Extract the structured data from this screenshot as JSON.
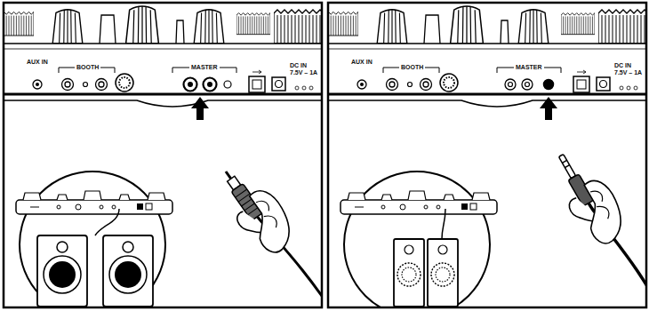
{
  "diagram": {
    "labels": [
      "AUX IN",
      "BOOTH",
      "MASTER",
      "DC IN 7.5V – 1A",
      "AUX IN",
      "BOOTH",
      "MASTER",
      "DC IN 7.5V – 1A"
    ]
  }
}
